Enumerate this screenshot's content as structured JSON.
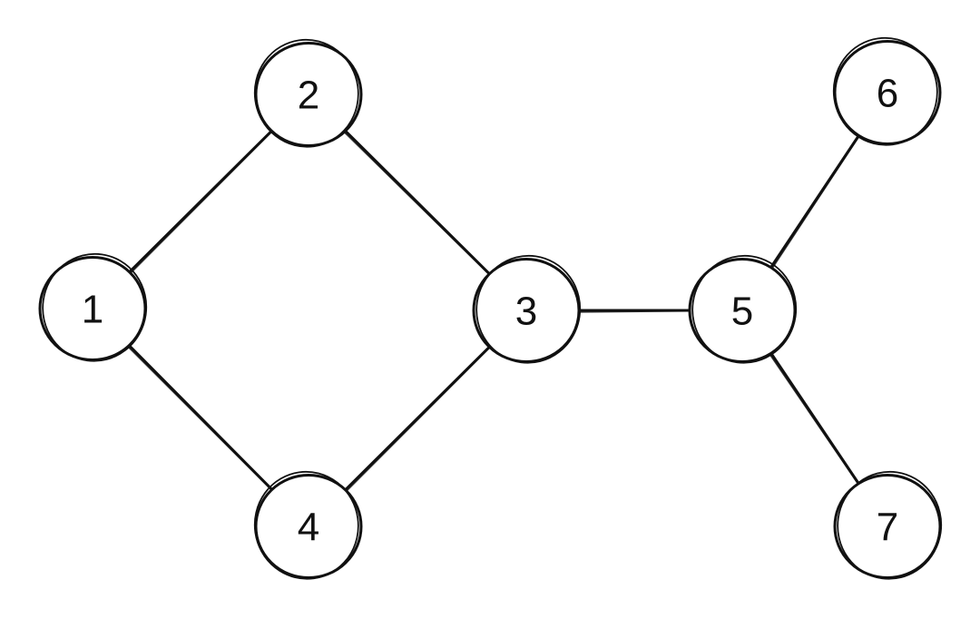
{
  "diagram": {
    "type": "undirected-graph",
    "style": "hand-drawn",
    "colors": {
      "stroke": "#111111",
      "background": "#ffffff",
      "node_fill": "#ffffff"
    },
    "nodes": [
      {
        "id": "1",
        "label": "1"
      },
      {
        "id": "2",
        "label": "2"
      },
      {
        "id": "3",
        "label": "3"
      },
      {
        "id": "4",
        "label": "4"
      },
      {
        "id": "5",
        "label": "5"
      },
      {
        "id": "6",
        "label": "6"
      },
      {
        "id": "7",
        "label": "7"
      }
    ],
    "edges": [
      {
        "from": "1",
        "to": "2"
      },
      {
        "from": "2",
        "to": "3"
      },
      {
        "from": "1",
        "to": "4"
      },
      {
        "from": "4",
        "to": "3"
      },
      {
        "from": "3",
        "to": "5"
      },
      {
        "from": "5",
        "to": "6"
      },
      {
        "from": "5",
        "to": "7"
      }
    ]
  }
}
